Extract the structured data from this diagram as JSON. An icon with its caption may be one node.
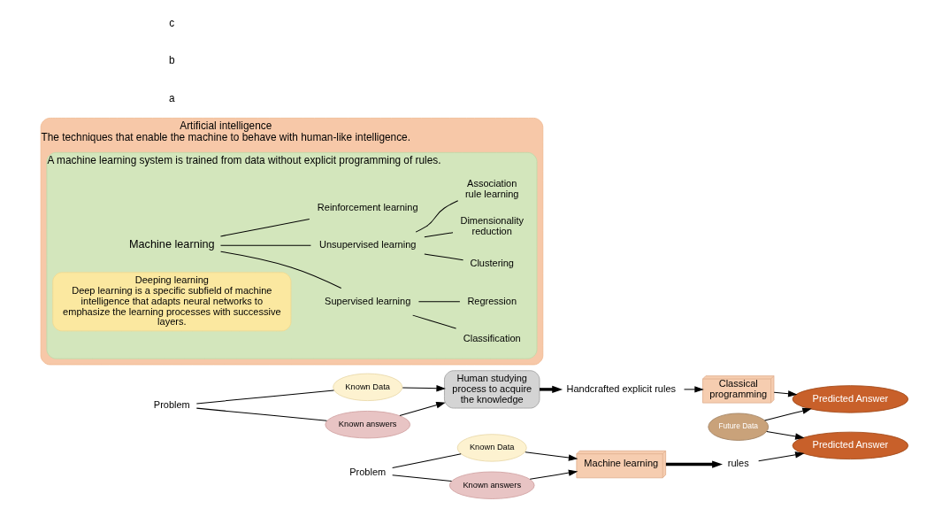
{
  "diagram": {
    "nodes": [
      {
        "text": [
          "Problem"
        ]
      },
      {
        "text": [
          "Known Data"
        ]
      },
      {
        "text": [
          "Known answers"
        ]
      },
      {
        "text": [
          "Human studying process to acquire the knowledge"
        ]
      },
      {
        "text": [
          "Handcrafted explicit rules"
        ]
      },
      {
        "text": [
          "Classical programming"
        ]
      },
      {
        "text": [
          "Predicted Answer"
        ]
      },
      {
        "text": [
          "Problem"
        ]
      },
      {
        "text": [
          "Known Data"
        ]
      },
      {
        "text": [
          "Known answers"
        ]
      },
      {
        "text": [
          "Machine learning"
        ]
      },
      {
        "text": [
          "rules"
        ]
      },
      {
        "text": [
          "Future Data"
        ]
      },
      {
        "text": [
          "Predicted Answer"
        ]
      },
      {
        "text": [
          "Artificial intelligence",
          "The techniques that enable the machine to behave with human-like intelligence."
        ]
      },
      {
        "text": [
          "A machine learning system is trained from data without explicit programming of rules."
        ],
        "in": 14
      },
      {
        "text": [
          "Machine learning"
        ],
        "in": 15
      },
      {
        "text": [
          "Supervised learning"
        ],
        "in": 15
      },
      {
        "text": [
          "Unsupervised learning"
        ],
        "in": 15
      },
      {
        "text": [
          "Reinforcement learning"
        ],
        "in": 15
      },
      {
        "text": [
          "Classification"
        ],
        "in": 15
      },
      {
        "text": [
          "Regression"
        ],
        "in": 15
      },
      {
        "text": [
          "Clustering"
        ],
        "in": 15
      },
      {
        "text": [
          "Dimensionality reduction"
        ],
        "in": 15
      },
      {
        "text": [
          "Association rule learning"
        ],
        "in": 15
      },
      {
        "text": [
          "Deeping learning",
          "Deep learning is a specific subfield of machine intelligence that adapts neural networks to emphasize the learning processes with successive layers."
        ],
        "in": 15
      }
    ],
    "edges": [
      {
        "from": 0,
        "to": 1,
        "arrow": "none"
      },
      {
        "from": 0,
        "to": 2,
        "arrow": "none"
      },
      {
        "from": 1,
        "to": 3,
        "arrow": "to"
      },
      {
        "from": 2,
        "to": 3,
        "arrow": "to"
      },
      {
        "from": 3,
        "to": 4,
        "arrow": "to",
        "style": "thick"
      },
      {
        "from": 4,
        "to": 5,
        "arrow": "to"
      },
      {
        "from": 5,
        "to": 6,
        "arrow": "to"
      },
      {
        "from": 12,
        "to": 6,
        "arrow": "to"
      },
      {
        "from": 7,
        "to": 8,
        "arrow": "none"
      },
      {
        "from": 7,
        "to": 9,
        "arrow": "none"
      },
      {
        "from": 8,
        "to": 10,
        "arrow": "to"
      },
      {
        "from": 9,
        "to": 10,
        "arrow": "to"
      },
      {
        "from": 10,
        "to": 11,
        "arrow": "to",
        "style": "thick"
      },
      {
        "from": 11,
        "to": 13,
        "arrow": "to"
      },
      {
        "from": 12,
        "to": 13,
        "arrow": "to"
      },
      {
        "from": 16,
        "to": 17,
        "arrow": "none"
      },
      {
        "from": 16,
        "to": 18,
        "arrow": "none"
      },
      {
        "from": 16,
        "to": 19,
        "arrow": "none"
      },
      {
        "from": 17,
        "to": 20,
        "arrow": "none"
      },
      {
        "from": 17,
        "to": 21,
        "arrow": "none"
      },
      {
        "from": 18,
        "to": 22,
        "arrow": "none"
      },
      {
        "from": 18,
        "to": 23,
        "arrow": "none"
      },
      {
        "from": 18,
        "to": 24,
        "arrow": "none"
      }
    ],
    "labels": [
      "a",
      "b",
      "c"
    ]
  }
}
